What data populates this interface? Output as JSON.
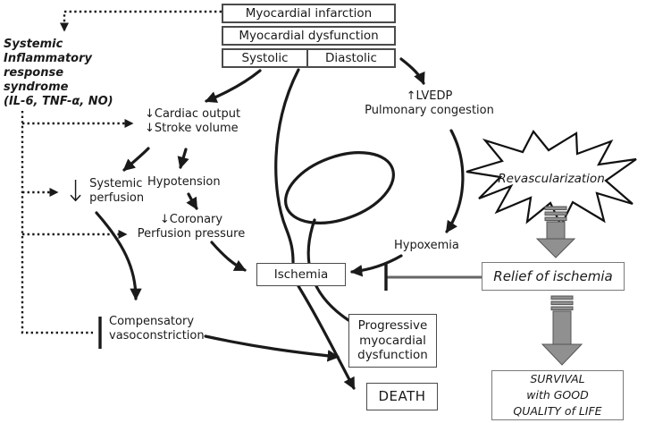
{
  "nodes": {
    "myocardial_infarction": "Myocardial infarction",
    "myocardial_dysfunction": "Myocardial dysfunction",
    "systolic": "Systolic",
    "diastolic": "Diastolic",
    "sirs": "Systemic\nInflammatory\nresponse\nsyndrome\n(IL-6, TNF-α, NO)",
    "cardiac_output": "↓Cardiac output\n↓Stroke volume",
    "hypotension": "Hypotension",
    "systemic_perfusion_arrow": "↓",
    "systemic_perfusion": "Systemic\nperfusion",
    "coronary_perfusion": "↓Coronary\nPerfusion pressure",
    "compensatory": "Compensatory\nvasoconstriction",
    "lvedp": "↑LVEDP\nPulmonary congestion",
    "hypoxemia": "Hypoxemia",
    "revascularization": "Revascularization",
    "ischemia": "Ischemia",
    "progressive": "Progressive\nmyocardial\ndysfunction",
    "death": "DEATH",
    "relief": "Relief of ischemia",
    "survival": "SURVIVAL\nwith GOOD\nQUALITY of LIFE"
  },
  "colors": {
    "background": "#ffffff",
    "line": "#1a1a1a",
    "box_border": "#4b4b4b",
    "gray_arrow_fill": "#909090",
    "gray_arrow_stroke": "#555555",
    "inhibit_line": "#666666"
  }
}
